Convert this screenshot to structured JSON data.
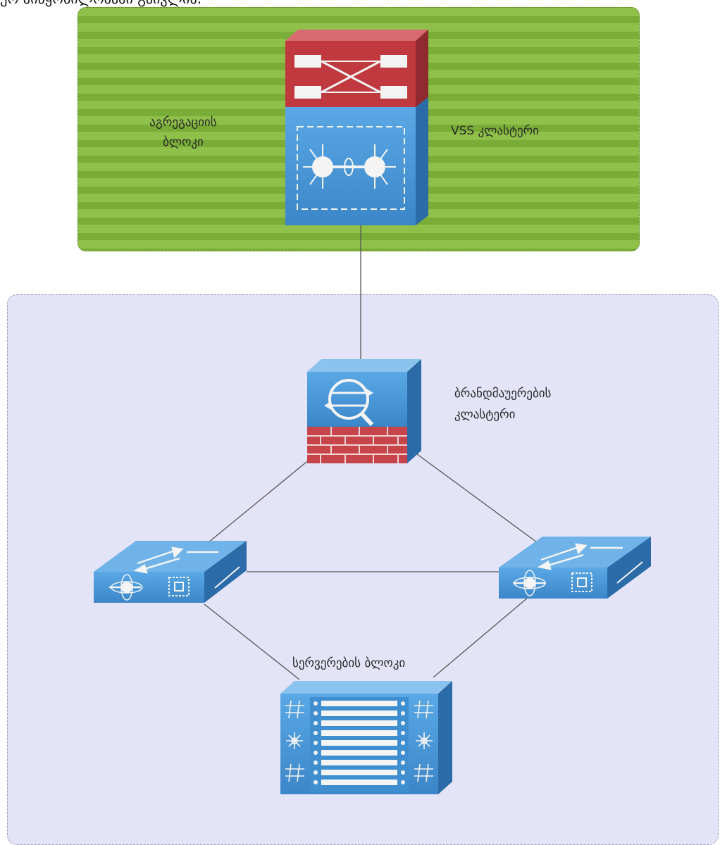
{
  "caption": "ურ მიწყობილობაში გაივლის.",
  "aggregation_block": {
    "label_line1": "აგრეგაციის",
    "label_line2": "ბლოკი",
    "vss_label": "VSS კლასტერი"
  },
  "firewall_cluster": {
    "label_line1": "ბრანდმაუერების",
    "label_line2": "კლასტერი"
  },
  "server_block": {
    "label": "სერვერების ბლოკი"
  },
  "colors": {
    "green_zone": "#8fc14a",
    "blue_zone": "#e4e4f8",
    "device_blue": "#4a98d8",
    "device_red": "#c0393f",
    "link": "#555555"
  }
}
